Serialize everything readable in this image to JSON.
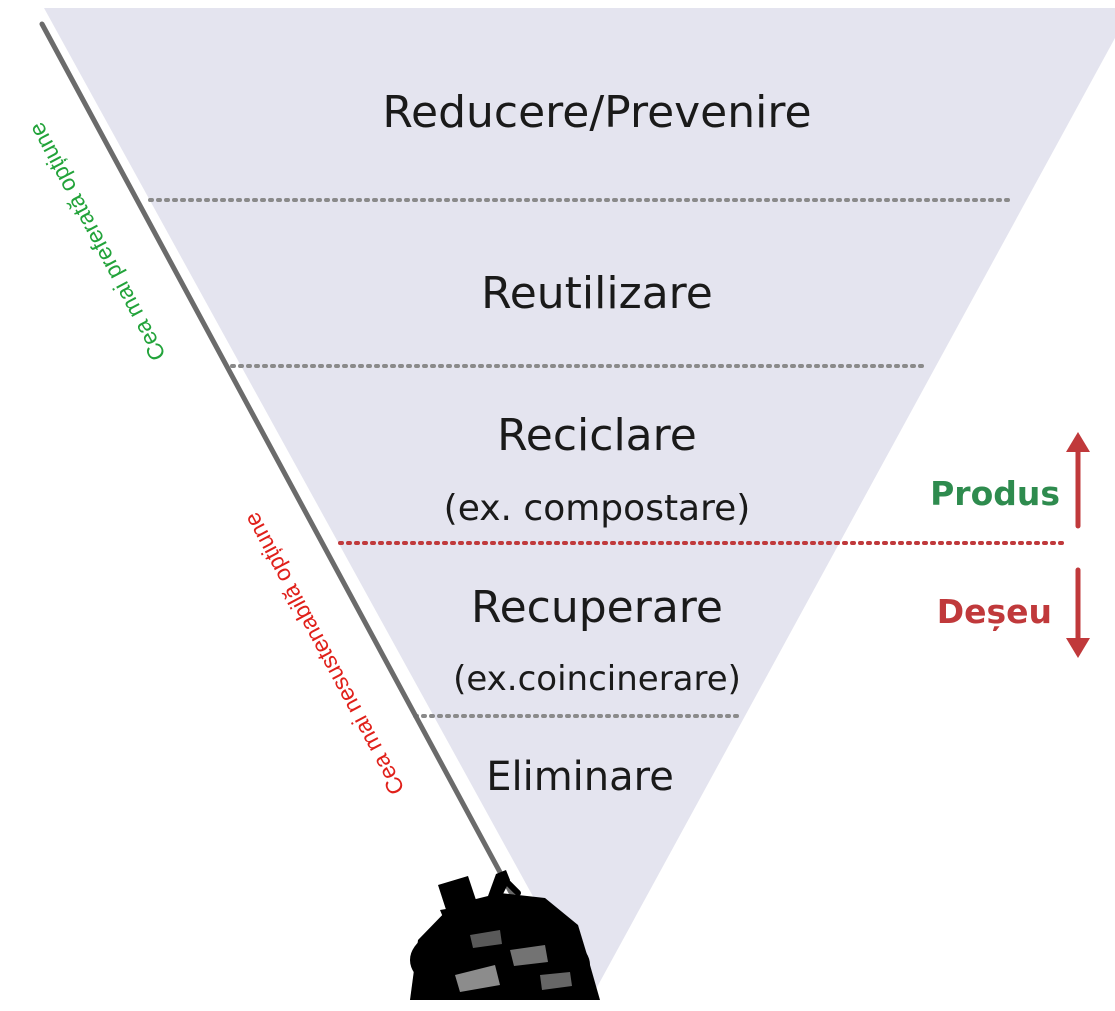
{
  "colors": {
    "triangle_fill": "#e4e4ef",
    "divider": "#8a8a8a",
    "boundary": "#c0393b",
    "preferred_text": "#22a33a",
    "unsustainable_text": "#e0201a",
    "product": "#2e8b4e",
    "waste": "#c0393b",
    "side_line": "#6b6b6b"
  },
  "levels": [
    {
      "name": "Reducere/Prevenire"
    },
    {
      "name": "Reutilizare"
    },
    {
      "name": "Reciclare",
      "example": "(ex. compostare)"
    },
    {
      "name": "Recuperare",
      "example": "(ex.coincinerare)"
    },
    {
      "name": "Eliminare"
    }
  ],
  "side_labels": {
    "most_preferred": "Cea mai preferată opțiune",
    "least_sustainable": "Cea mai nesustenabilă opțiune"
  },
  "boundary": {
    "product": "Produs",
    "waste": "Deșeu"
  },
  "icons": {
    "waste_pile": "landfill-trash-pile-icon",
    "product_arrow": "arrow-up-icon",
    "waste_arrow": "arrow-down-icon"
  }
}
